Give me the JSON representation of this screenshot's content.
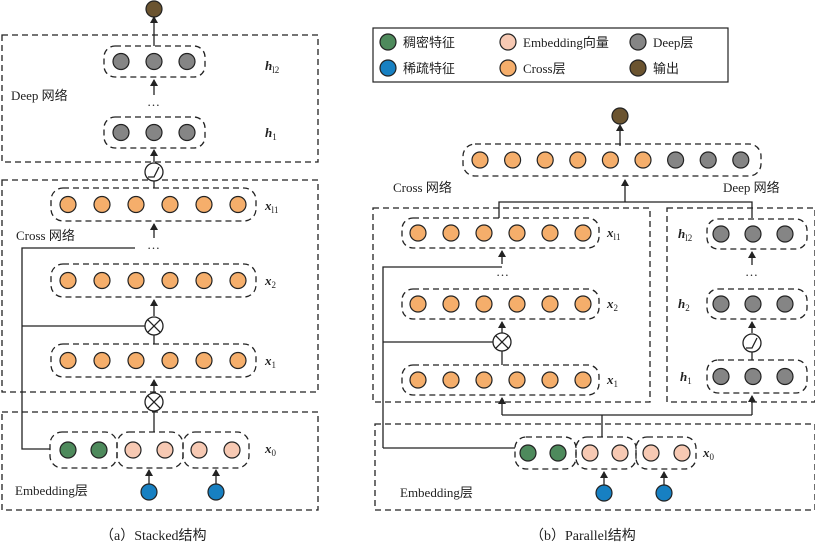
{
  "legend": {
    "items": [
      {
        "key": "dense",
        "label": "稠密特征",
        "color": "#4e8a5c"
      },
      {
        "key": "embedding",
        "label": "Embedding向量",
        "color": "#f7c9b3"
      },
      {
        "key": "deep",
        "label": "Deep层",
        "color": "#858585"
      },
      {
        "key": "sparse",
        "label": "稀疏特征",
        "color": "#1780c2"
      },
      {
        "key": "cross",
        "label": "Cross层",
        "color": "#f5ae6b"
      },
      {
        "key": "output",
        "label": "输出",
        "color": "#6b5430"
      }
    ]
  },
  "stacked": {
    "caption": "（a）Stacked结构",
    "deep_label": "Deep 网络",
    "cross_label": "Cross 网络",
    "embedding_label": "Embedding层",
    "ellipsis": "…",
    "vars": {
      "h_l2": "h",
      "h_l2_sub": "l2",
      "h_1": "h",
      "h_1_sub": "1",
      "x_l1": "x",
      "x_l1_sub": "l1",
      "x_2": "x",
      "x_2_sub": "2",
      "x_1": "x",
      "x_1_sub": "1",
      "x_0": "x",
      "x_0_sub": "0"
    }
  },
  "parallel": {
    "caption": "（b）Parallel结构",
    "deep_label": "Deep 网络",
    "cross_label": "Cross 网络",
    "embedding_label": "Embedding层",
    "ellipsis": "…",
    "vars": {
      "x_l1": "x",
      "x_l1_sub": "l1",
      "x_2": "x",
      "x_2_sub": "2",
      "x_1": "x",
      "x_1_sub": "1",
      "x_0": "x",
      "x_0_sub": "0",
      "h_l2": "h",
      "h_l2_sub": "l2",
      "h_2": "h",
      "h_2_sub": "2",
      "h_1": "h",
      "h_1_sub": "1"
    }
  },
  "node_counts": {
    "cross_layer": 6,
    "deep_layer": 3,
    "dense_features": 2,
    "sparse_features": 2,
    "embedding_groups": 2,
    "embedding_per_group": 2,
    "combined_cross": 6,
    "combined_deep": 3
  }
}
